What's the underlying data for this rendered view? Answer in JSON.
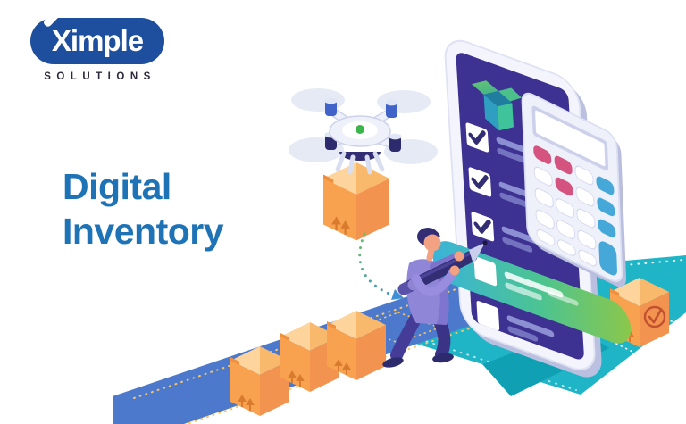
{
  "header": {
    "logo": {
      "brand": "Ximple",
      "tagline": "SOLUTIONS"
    }
  },
  "hero": {
    "title_line1": "Digital",
    "title_line2": "Inventory"
  },
  "colors": {
    "brand_blue": "#1d4f9e",
    "heading_blue": "#1e73b7",
    "path_blue": "#4d79cc",
    "path_teal": "#1fb4c6",
    "path_teal_shadow": "#0fa0b4",
    "screen_indigo": "#3d3191",
    "navy": "#332d73",
    "crate_top": "#fccb86",
    "crate_top_light": "#fdd49b",
    "crate_top_dark": "#f9b96d",
    "crate_left": "#f8a14e",
    "crate_right": "#f39350",
    "crate_mark": "#c2512f",
    "accent_green": "#8bc74b",
    "accent_teal": "#3ab4d9",
    "calc_pink": "#d5537f",
    "calc_key_teal": "#45a8d8",
    "shirt_purple": "#9086d8",
    "shirt_shade": "#7d72cc",
    "pants_navy": "#3b3486",
    "skin": "#f2a283",
    "dot_yellow": "#f5c469"
  },
  "illustration": {
    "icons": [
      "delivery-drone-icon",
      "package-crate-icon",
      "checklist-phone-icon",
      "open-box-icon",
      "calculator-icon",
      "verified-crate-icon",
      "worker-with-pencil-icon",
      "conveyor-path",
      "drop-trajectory-dotted-line"
    ],
    "phone_checklist": {
      "checked_rows": 3,
      "unchecked_rows": 2,
      "highlighted_row": 4
    },
    "conveyor_crates": 3
  }
}
